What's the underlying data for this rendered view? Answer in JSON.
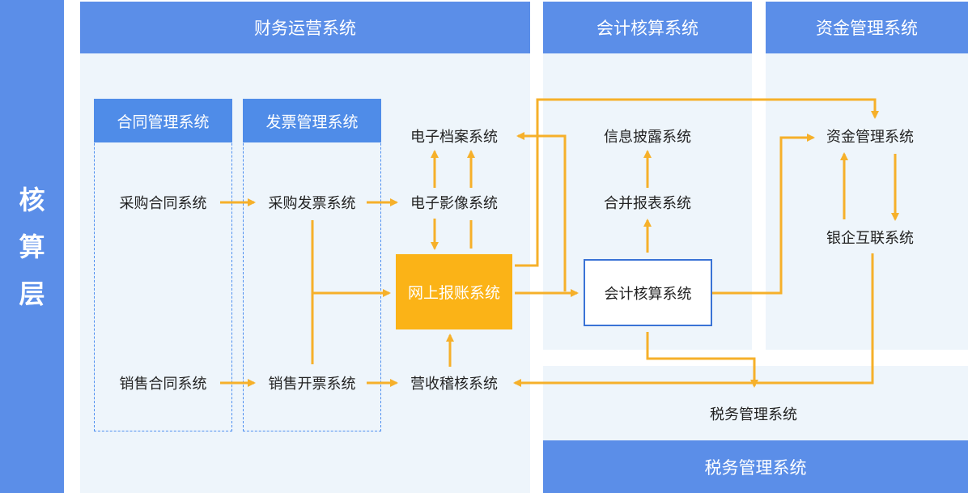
{
  "side_label": [
    "核",
    "算",
    "层"
  ],
  "headers": {
    "finance": "财务运营系统",
    "accounting": "会计核算系统",
    "funds": "资金管理系统",
    "tax_bottom": "税务管理系统"
  },
  "groups": {
    "contract": "合同管理系统",
    "invoice": "发票管理系统"
  },
  "nodes": {
    "purchase_contract": "采购合同系统",
    "sales_contract": "销售合同系统",
    "purchase_invoice": "采购发票系统",
    "sales_invoice": "销售开票系统",
    "e_archive": "电子档案系统",
    "e_image": "电子影像系统",
    "online_reimb": "网上报账系统",
    "revenue_audit": "营收稽核系统",
    "info_disclosure": "信息披露系统",
    "consolidated_report": "合并报表系统",
    "accounting_system": "会计核算系统",
    "funds_system": "资金管理系统",
    "bank_link": "银企互联系统",
    "tax_system": "税务管理系统"
  },
  "colors": {
    "header": "#5b8ee8",
    "panel": "#eef5fb",
    "arrow": "#f6b02a",
    "highlight": "#fbb317",
    "border": "#3a73d6"
  }
}
